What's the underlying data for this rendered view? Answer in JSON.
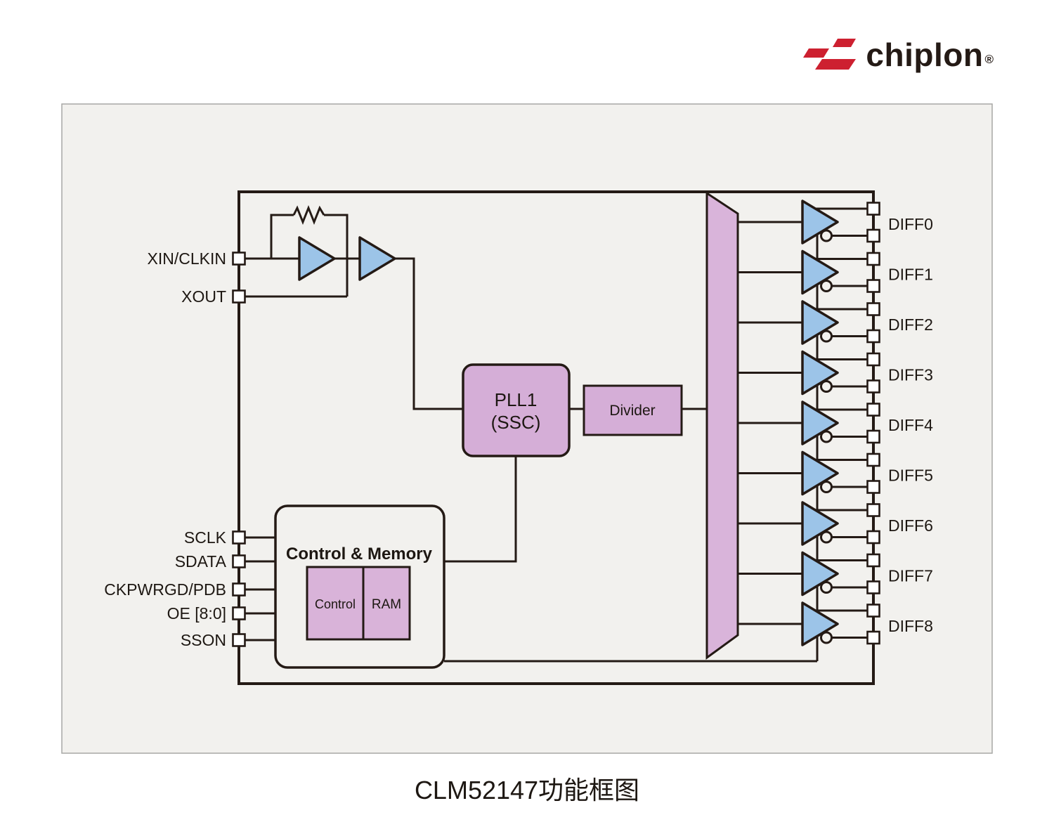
{
  "logo": {
    "text": "chiplon",
    "registered": "®",
    "icon_color": "#cd2030",
    "text_color": "#241a15"
  },
  "caption": "CLM52147功能框图",
  "diagram": {
    "left_pins": [
      {
        "label": "XIN/CLKIN"
      },
      {
        "label": "XOUT"
      },
      {
        "label": "SCLK"
      },
      {
        "label": "SDATA"
      },
      {
        "label": "CKPWRGD/PDB"
      },
      {
        "label": "OE [8:0]"
      },
      {
        "label": "SSON"
      }
    ],
    "blocks": {
      "pll_line1": "PLL1",
      "pll_line2": "(SSC)",
      "divider": "Divider",
      "control_memory_title": "Control & Memory",
      "control": "Control",
      "ram": "RAM"
    },
    "outputs": [
      "DIFF0",
      "DIFF1",
      "DIFF2",
      "DIFF3",
      "DIFF4",
      "DIFF5",
      "DIFF6",
      "DIFF7",
      "DIFF8"
    ],
    "colors": {
      "line": "#241a15",
      "buffer_blue": "#9cc4e8",
      "block_pink": "#d5aed7",
      "mux_pink": "#d9b4da",
      "panel_bg": "#f2f1ee",
      "panel_border": "#a7a7a5",
      "pin_fill": "#ffffff"
    }
  }
}
